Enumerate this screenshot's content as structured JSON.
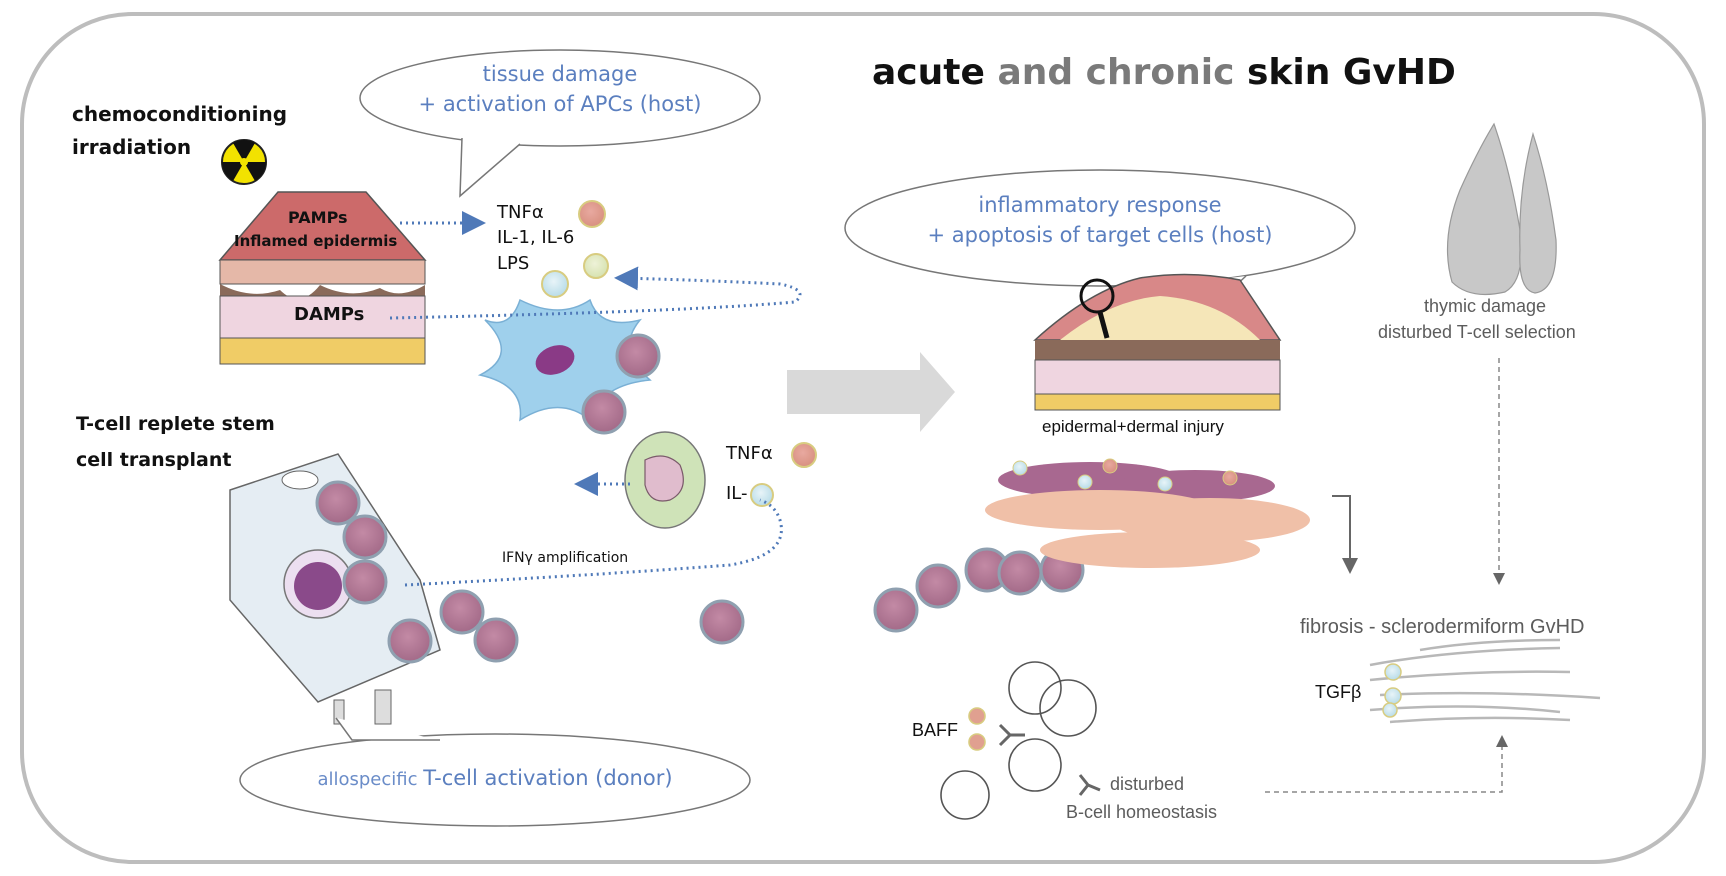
{
  "title": {
    "part1": "acute",
    "part2": "and chronic",
    "part3": "skin GvHD",
    "colors": {
      "dark": "#111111",
      "gray": "#7a7a7a"
    }
  },
  "left_panel": {
    "conditioning": [
      "chemoconditioning",
      "irradiation"
    ],
    "bubble_tissue_damage": [
      "tissue damage",
      "+ activation of APCs (host)"
    ],
    "skin_labels": {
      "pamps": "PAMPs",
      "inflamed": "Inflamed epidermis",
      "damps": "DAMPs"
    },
    "cytokines_top": [
      "TNFα",
      "IL-1, IL-6",
      "LPS"
    ],
    "cytokines_mid": [
      "TNFα",
      "IL-"
    ],
    "ifn_label": "IFNγ amplification",
    "transplant_label": [
      "T-cell replete stem",
      "cell transplant"
    ],
    "bubble_donor": {
      "part1": "allospecific ",
      "part2": "T-cell activation (donor)"
    }
  },
  "right_panel": {
    "bubble_inflammatory": [
      "inflammatory response",
      "+ apoptosis of target cells (host)"
    ],
    "injury_label": "epidermal+dermal injury",
    "thymus_label": [
      "thymic damage",
      "disturbed T-cell selection"
    ],
    "fibrosis_label": "fibrosis - sclerodermiform GvHD",
    "tgf_label": "TGFβ",
    "baff_label": "BAFF",
    "bcell_label": [
      "disturbed",
      "B-cell homeostasis"
    ]
  },
  "colors": {
    "bubble_text": "#5b7fbf",
    "dotted_arrow": "#4f79b8",
    "t_cell_fill": "#b27a96",
    "frame": "#bdbdbd",
    "big_arrow": "#d9d9d9"
  }
}
